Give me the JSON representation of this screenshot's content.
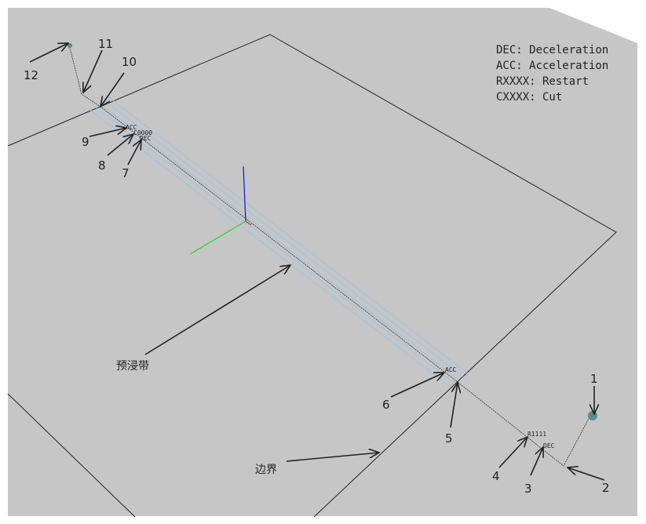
{
  "legend": [
    "DEC: Deceleration",
    "ACC: Acceleration",
    "RXXXX: Restart",
    "CXXXX: Cut"
  ],
  "tags": {
    "acc_top": "ACC",
    "cut_top": "C0000",
    "dec_top": "DEC",
    "acc_bottom": "ACC",
    "restart": "R1111",
    "dec_bottom": "DEC"
  },
  "callouts": {
    "n1": "1",
    "n2": "2",
    "n3": "3",
    "n4": "4",
    "n5": "5",
    "n6": "6",
    "n7": "7",
    "n8": "8",
    "n9": "9",
    "n10": "10",
    "n11": "11",
    "n12": "12"
  },
  "labels": {
    "prepreg_tape": "预浸带",
    "boundary": "边界"
  },
  "colors": {
    "background": "#c6c6c6",
    "tape": "#9cc4e4",
    "axis_x": "#e03030",
    "axis_y": "#30d030",
    "axis_z": "#2020e0"
  }
}
